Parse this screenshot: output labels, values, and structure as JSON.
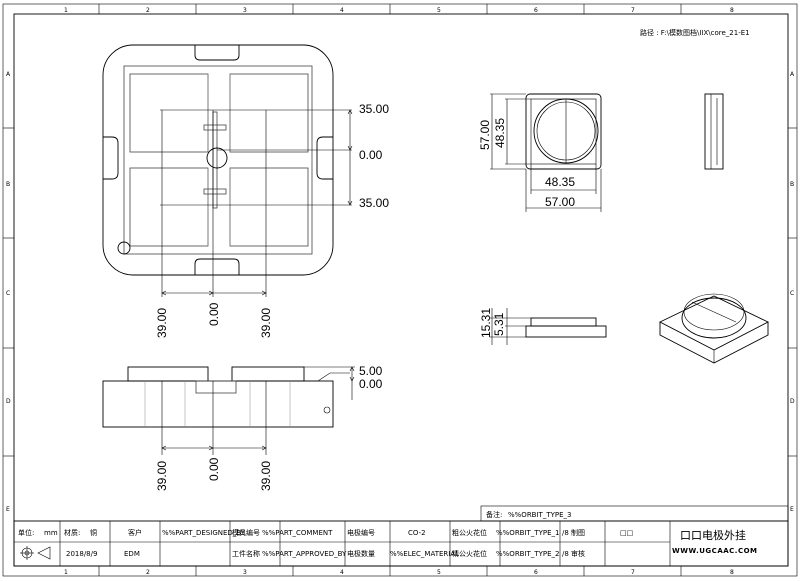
{
  "path_note": "路径 : F:\\模数图档\\IIX\\core_21-E1",
  "border": {
    "cols": [
      "1",
      "2",
      "3",
      "4",
      "5",
      "6",
      "7",
      "8"
    ],
    "rows": [
      "A",
      "B",
      "C",
      "D",
      "E"
    ]
  },
  "dims": {
    "top_view": {
      "y_upper": "35.00",
      "y_zero": "0.00",
      "y_lower": "35.00",
      "x_left": "39.00",
      "x_zero": "0.00",
      "x_right": "39.00"
    },
    "side_view": {
      "z_top": "5.00",
      "z_zero": "0.00",
      "x_left": "39.00",
      "x_zero": "0.00",
      "x_right": "39.00"
    },
    "right_top": {
      "height_outer": "57.00",
      "height_inner": "48.35",
      "width_inner": "48.35",
      "width_outer": "57.00"
    },
    "right_side": {
      "total": "15.31",
      "step": "5.31"
    }
  },
  "title_block": {
    "remark_label": "备注:",
    "remark_value": "%%ORBIT_TYPE_3",
    "row1": {
      "unit_label": "单位:",
      "unit_value": "mm",
      "material_label": "材质:",
      "material_value": "铜",
      "customer_label": "客户",
      "designed_by": "%%PART_DESIGNED_BY",
      "mold_no_label": "模具编号",
      "part_comment": "%%PART_COMMENT",
      "electrode_no_label": "电极编号",
      "electrode_no_value": "CO-2",
      "spark_label": "粗公火花位",
      "orbit1": "%%ORBIT_TYPE_1",
      "drawing_label": "/8 制图",
      "drawer": "□□",
      "title": "口口电极外挂"
    },
    "row2": {
      "date": "2018/8/9",
      "process": "EDM",
      "workpiece_label": "工件名称",
      "part_approved": "%%PART_APPROVED_BY",
      "qty_label": "电极数量",
      "elec_material": "%%ELEC_MATERIAL",
      "spark2_label": "精公火花位",
      "orbit2": "%%ORBIT_TYPE_2",
      "review_label": "/8 审核",
      "website": "WWW.UGCAAC.COM"
    }
  }
}
